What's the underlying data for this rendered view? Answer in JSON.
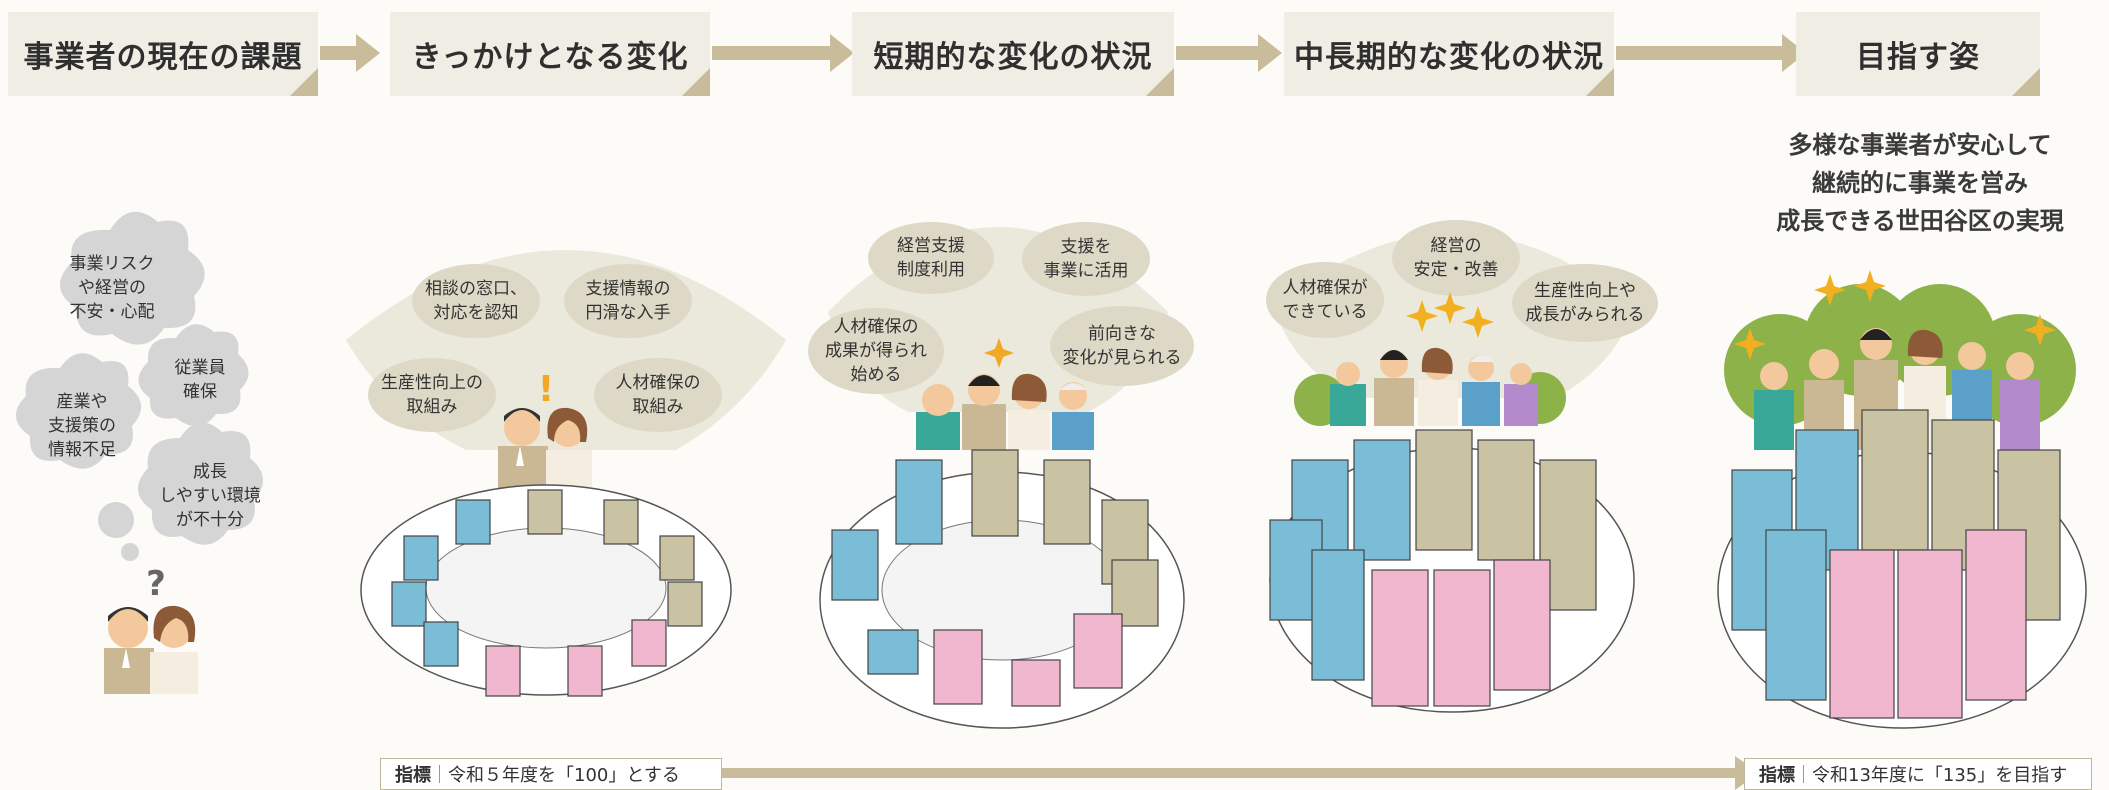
{
  "headers": [
    "事業者の現在の課題",
    "きっかけとなる変化",
    "短期的な変化の状況",
    "中長期的な変化の状況",
    "目指す姿"
  ],
  "goal": {
    "line1": "多様な事業者が安心して",
    "line2": "継続的に事業を営み",
    "line3": "成長できる世田谷区の実現"
  },
  "issues": {
    "risk": [
      "事業リスク",
      "や経営の",
      "不安・心配"
    ],
    "staff": [
      "従業員",
      "確保"
    ],
    "info": [
      "産業や",
      "支援策の",
      "情報不足"
    ],
    "growth": [
      "成長",
      "しやすい環境",
      "が不十分"
    ],
    "question": "?"
  },
  "stage2": {
    "b1": [
      "相談の窓口、",
      "対応を認知"
    ],
    "b2": [
      "支援情報の",
      "円滑な入手"
    ],
    "b3": [
      "生産性向上の",
      "取組み"
    ],
    "b4": [
      "人材確保の",
      "取組み"
    ],
    "exclaim": "!"
  },
  "stage3": {
    "b1": [
      "経営支援",
      "制度利用"
    ],
    "b2": [
      "支援を",
      "事業に活用"
    ],
    "b3": [
      "人材確保の",
      "成果が得られ",
      "始める"
    ],
    "b4": [
      "前向きな",
      "変化が見られる"
    ]
  },
  "stage4": {
    "b1": [
      "経営の",
      "安定・改善"
    ],
    "b2": [
      "人材確保が",
      "できている"
    ],
    "b3": [
      "生産性向上や",
      "成長がみられる"
    ]
  },
  "indicators": {
    "left": {
      "label": "指標",
      "text": "令和５年度を「100」とする"
    },
    "right": {
      "label": "指標",
      "text": "令和13年度に「135」を目指す"
    }
  },
  "colors": {
    "header_bg": "#f0ede5",
    "arrow": "#c8bc9a",
    "blue": "#7bbcd6",
    "khaki": "#c9c3a3",
    "pink": "#f0b7cf",
    "bubble": "#ded9c6"
  }
}
